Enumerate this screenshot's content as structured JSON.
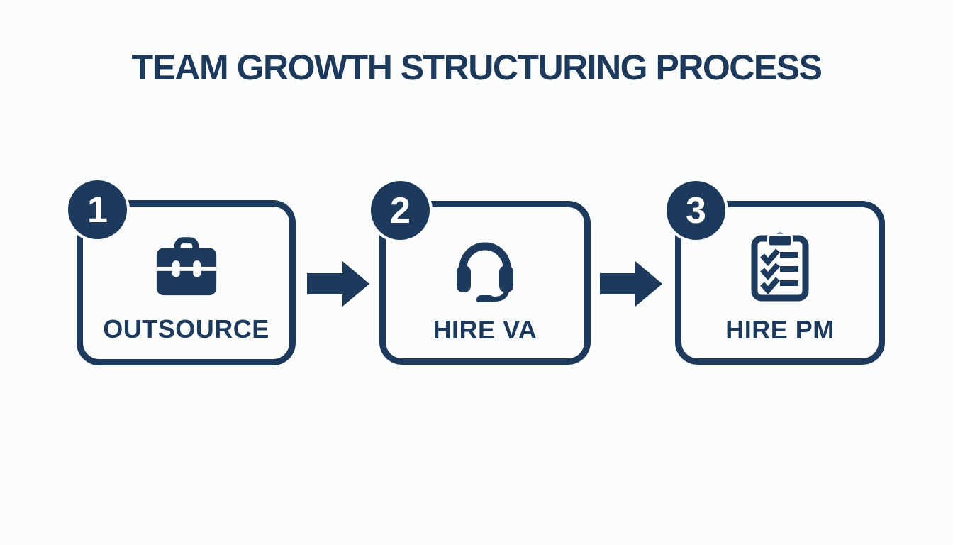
{
  "title": "TEAM GROWTH STRUCTURING PROCESS",
  "steps": [
    {
      "number": "1",
      "label": "OUTSOURCE",
      "icon": "briefcase-icon"
    },
    {
      "number": "2",
      "label": "HIRE VA",
      "icon": "headset-icon"
    },
    {
      "number": "3",
      "label": "HIRE PM",
      "icon": "clipboard-checklist-icon"
    }
  ],
  "arrows": [
    {
      "icon": "right-arrow-icon"
    },
    {
      "icon": "right-arrow-icon"
    }
  ],
  "colors": {
    "navy": "#1d3a5c",
    "background": "#fbfdfd",
    "badge_text": "#ffffff"
  }
}
